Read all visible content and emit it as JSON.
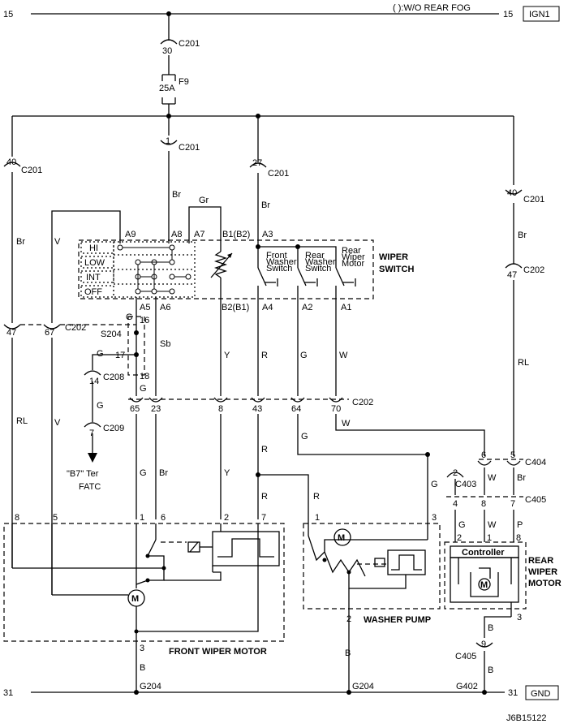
{
  "note": "( ):W/O REAR FOG",
  "rails": {
    "left_top": "15",
    "right_top": "15",
    "ign": "IGN1",
    "left_bottom": "31",
    "right_bottom": "31",
    "gnd": "GND"
  },
  "fuse": {
    "pin": "30",
    "conn": "C201",
    "name": "F9",
    "rating": "25A"
  },
  "c201_pins": {
    "p1": "1",
    "p40a": "40",
    "p27": "27",
    "p40b": "40",
    "p47": "47"
  },
  "connectors": {
    "c201": "C201",
    "c202": "C202",
    "c208": "C208",
    "c209": "C209",
    "c403": "C403",
    "c404": "C404",
    "c405": "C405",
    "s204": "S204"
  },
  "wire_colors": {
    "br": "Br",
    "gr": "Gr",
    "v": "V",
    "rl": "RL",
    "g": "G",
    "sb": "Sb",
    "y": "Y",
    "r": "R",
    "w": "W",
    "b": "B",
    "p": "P"
  },
  "switch": {
    "title_1": "WIPER",
    "title_2": "SWITCH",
    "positions": [
      "HI",
      "LOW",
      "INT",
      "OFF"
    ],
    "top_pins": [
      "A9",
      "A8",
      "A7",
      "B1(B2)",
      "A3"
    ],
    "bottom_pins": [
      "A5",
      "A6",
      "B2(B1)",
      "A4",
      "A2",
      "A1"
    ],
    "sub_switches": [
      {
        "l1": "Front",
        "l2": "Washer",
        "l3": "Switch"
      },
      {
        "l1": "Rear",
        "l2": "Washer",
        "l3": "Switch"
      },
      {
        "l1": "Rear",
        "l2": "Wiper",
        "l3": "Motor"
      }
    ]
  },
  "splice_pins": {
    "p16": "16",
    "p17": "17",
    "p18": "18",
    "p14": "14",
    "p7": "7"
  },
  "c202_pins": {
    "p47": "47",
    "p67": "67",
    "p65": "65",
    "p23": "23",
    "p8": "8",
    "p43": "43",
    "p64": "64",
    "p70": "70"
  },
  "fatc": {
    "line1": "\"B7\" Ter",
    "line2": "FATC"
  },
  "front_motor": {
    "title": "FRONT WIPER MOTOR",
    "pins": [
      "8",
      "5",
      "1",
      "6",
      "2",
      "7"
    ],
    "gnd_pin": "3",
    "m": "M"
  },
  "washer_pump": {
    "title": "WASHER PUMP",
    "pins": [
      "1",
      "3"
    ],
    "gnd_pin": "2",
    "m": "M"
  },
  "rear_motor": {
    "title_1": "REAR",
    "title_2": "WIPER",
    "title_3": "MOTOR",
    "controller": "Controller",
    "pins": [
      "2",
      "1",
      "8"
    ],
    "gnd_pin": "3",
    "m": "M"
  },
  "c404_pins": [
    "6",
    "5"
  ],
  "c403_pin": "2",
  "c405_top_pins": [
    "4",
    "8",
    "7"
  ],
  "c405_bottom_pin": "9",
  "grounds": [
    "G204",
    "G204",
    "G402"
  ],
  "doc_id": "J6B15122"
}
